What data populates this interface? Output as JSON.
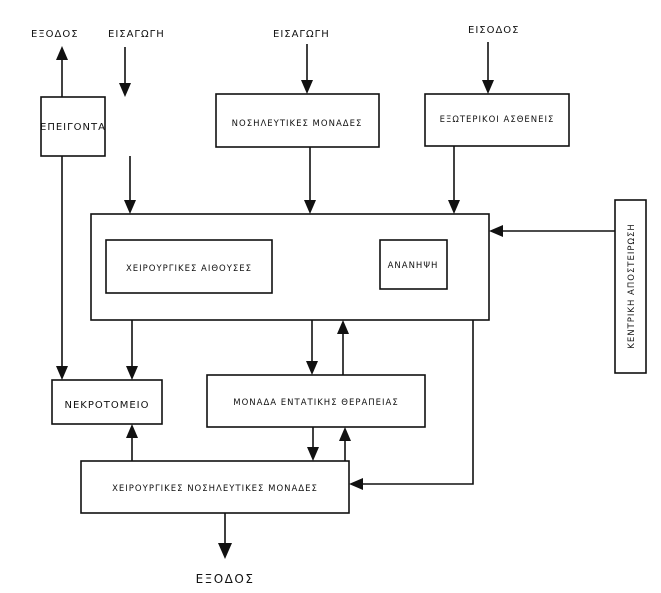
{
  "nodes": {
    "exit_top_left": "ΕΞΟΔΟΣ",
    "entry_top_left": "ΕΙΣΑΓΩΓΗ",
    "entry_top_mid": "ΕΙΣΑΓΩΓΗ",
    "exit_top_right": "ΕΙΣΟΔΟΣ",
    "emergency": "ΕΠΕΙΓΟΝΤΑ",
    "nursing_units": "ΝΟΣΗΛΕΥΤΙΚΕΣ ΜΟΝΑΔΕΣ",
    "outpatients": "ΕΞΩΤΕΡΙΚΟΙ ΑΣΘΕΝΕΙΣ",
    "operating_rooms": "ΧΕΙΡΟΥΡΓΙΚΕΣ ΑΙΘΟΥΣΕΣ",
    "recovery": "ΑΝΑΝΗΨΗ",
    "central_sterilization": "ΚΕΝΤΡΙΚΗ ΑΠΟΣΤΕΙΡΩΣΗ",
    "morgue": "ΝΕΚΡΟΤΟΜΕΙΟ",
    "icu": "ΜΟΝΑΔΑ ΕΝΤΑΤΙΚΗΣ ΘΕΡΑΠΕΙΑΣ",
    "surgical_nursing_units": "ΧΕΙΡΟΥΡΓΙΚΕΣ ΝΟΣΗΛΕΥΤΙΚΕΣ ΜΟΝΑΔΕΣ",
    "exit_bottom": "ΕΞΟΔΟΣ"
  },
  "colors": {
    "ink": "#111111",
    "background": "#ffffff"
  }
}
